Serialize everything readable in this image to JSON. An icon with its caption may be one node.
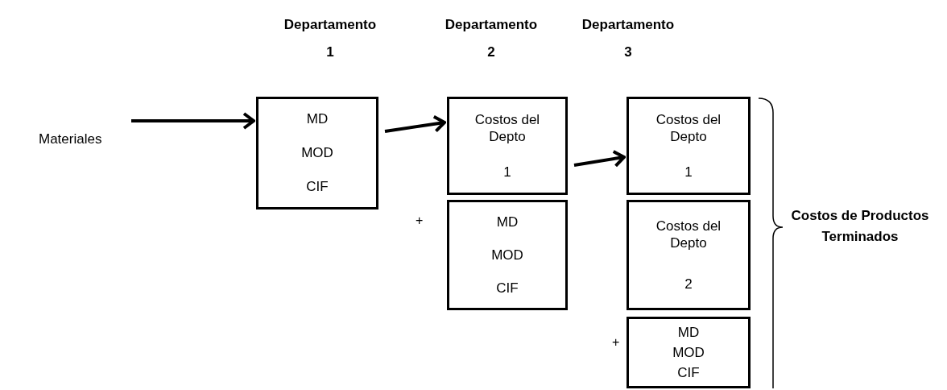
{
  "diagram": {
    "nodes": [
      {
        "text": [
          "Materiales"
        ]
      },
      {
        "text": [
          "MD",
          "MOD",
          "CIF"
        ]
      },
      {
        "text": [
          "Costos del Depto",
          "1"
        ]
      },
      {
        "text": [
          "MD",
          "MOD",
          "CIF"
        ]
      },
      {
        "text": [
          "Costos del Depto",
          "1"
        ]
      },
      {
        "text": [
          "Costos del Depto",
          "2"
        ]
      },
      {
        "text": [
          "MD",
          "MOD",
          "CIF"
        ]
      }
    ],
    "edges": [
      {
        "from": 0,
        "to": 1,
        "arrow": "to"
      },
      {
        "from": 1,
        "to": 2,
        "arrow": "to"
      },
      {
        "from": 2,
        "to": 4,
        "arrow": "to"
      }
    ],
    "labels": [
      "Departamento",
      "1",
      "Departamento",
      "2",
      "Departamento",
      "3",
      "+",
      "+",
      "Costos de Productos Terminados"
    ]
  }
}
